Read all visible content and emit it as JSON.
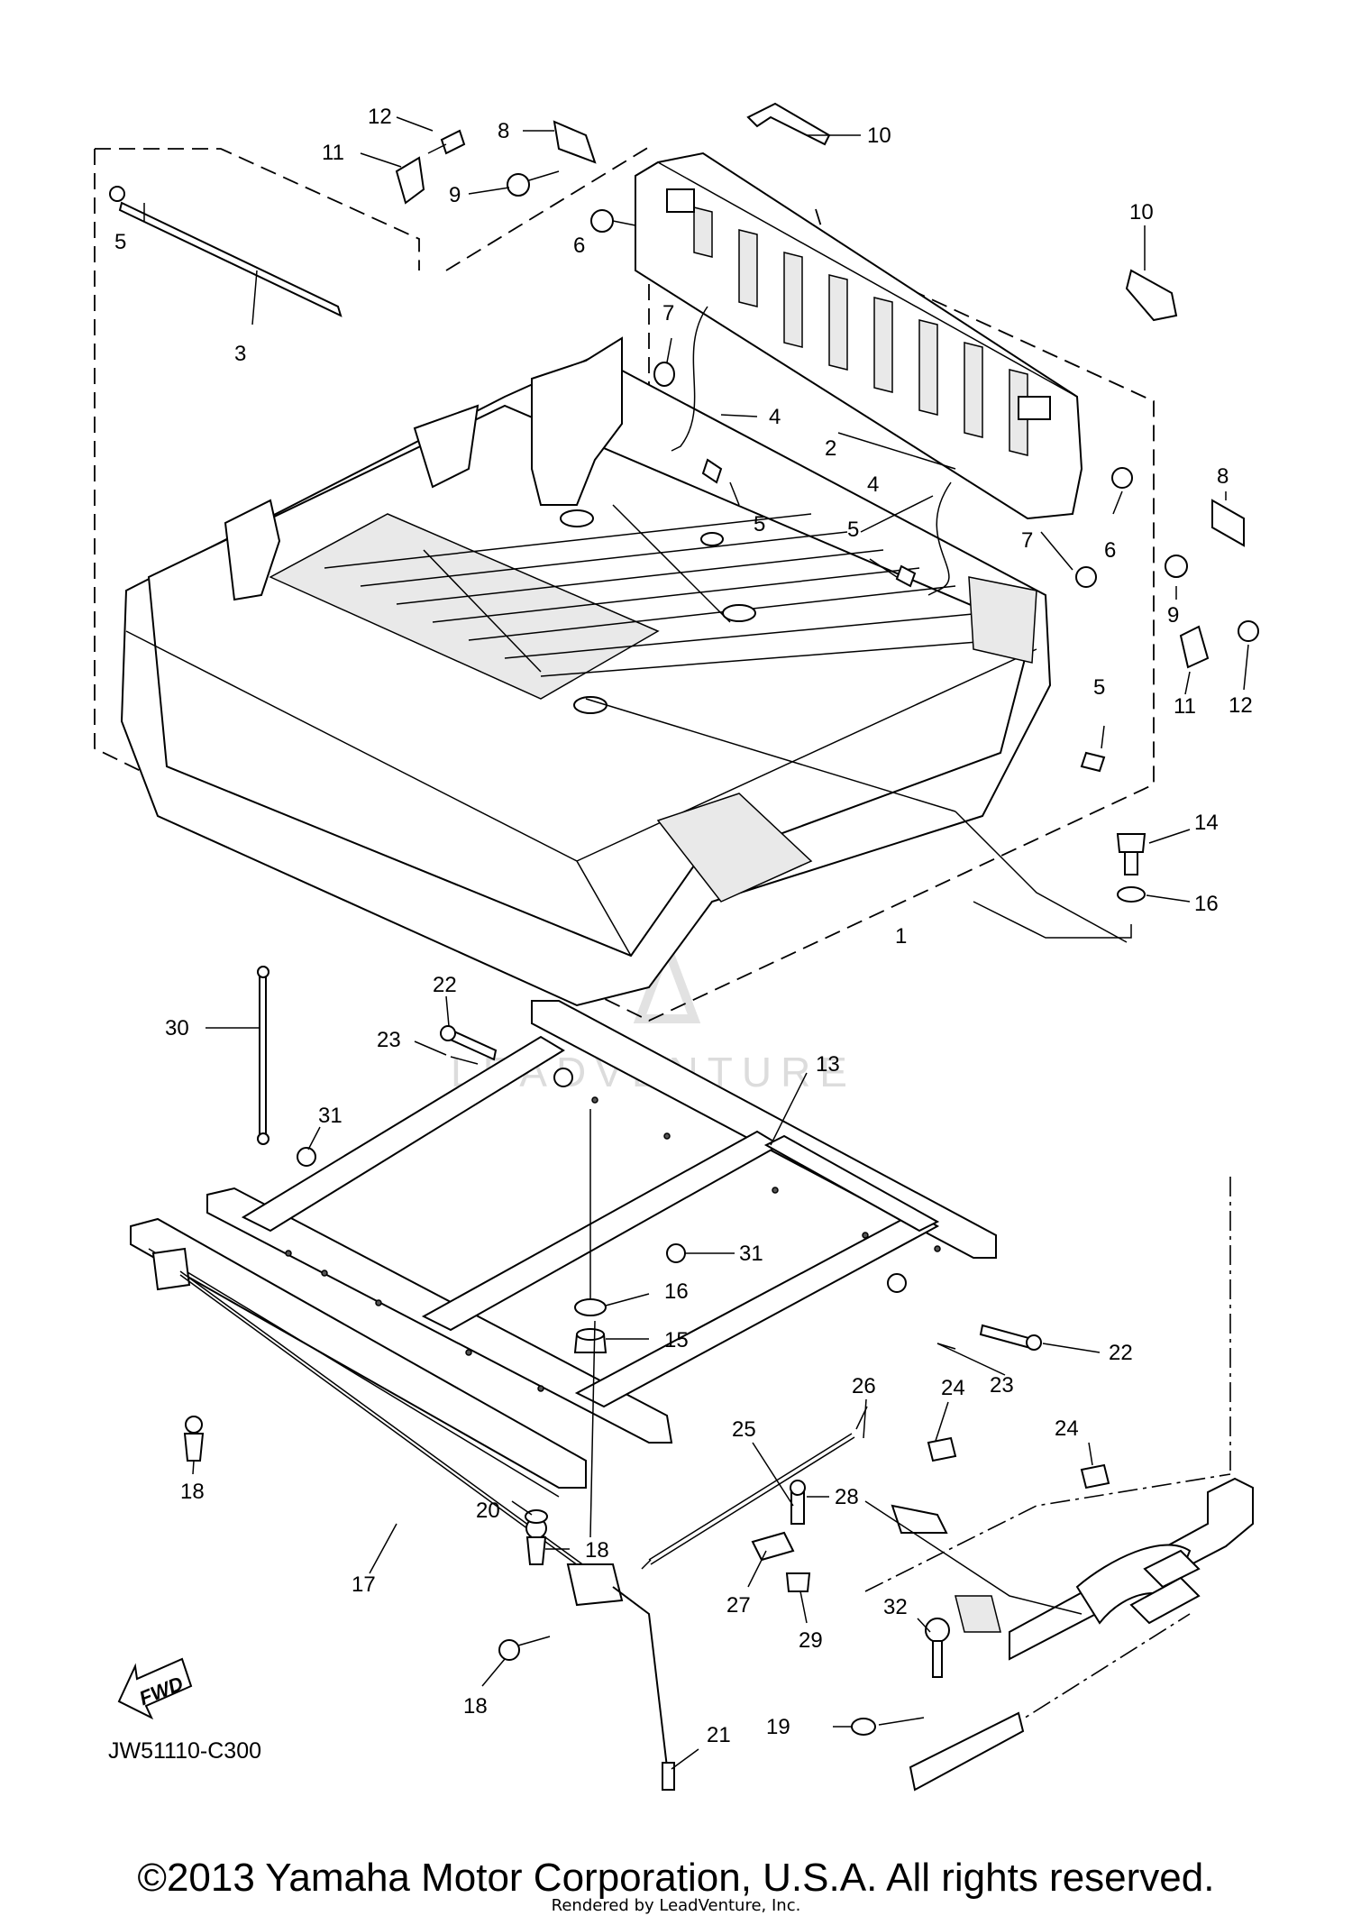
{
  "diagram": {
    "callouts": [
      {
        "id": "c1",
        "label": "1"
      },
      {
        "id": "c2",
        "label": "2"
      },
      {
        "id": "c3",
        "label": "3"
      },
      {
        "id": "c4a",
        "label": "4"
      },
      {
        "id": "c4b",
        "label": "4"
      },
      {
        "id": "c5a",
        "label": "5"
      },
      {
        "id": "c5b",
        "label": "5"
      },
      {
        "id": "c5c",
        "label": "5"
      },
      {
        "id": "c5d",
        "label": "5"
      },
      {
        "id": "c6a",
        "label": "6"
      },
      {
        "id": "c6b",
        "label": "6"
      },
      {
        "id": "c7a",
        "label": "7"
      },
      {
        "id": "c7b",
        "label": "7"
      },
      {
        "id": "c8a",
        "label": "8"
      },
      {
        "id": "c8b",
        "label": "8"
      },
      {
        "id": "c9a",
        "label": "9"
      },
      {
        "id": "c9b",
        "label": "9"
      },
      {
        "id": "c10a",
        "label": "10"
      },
      {
        "id": "c10b",
        "label": "10"
      },
      {
        "id": "c11a",
        "label": "11"
      },
      {
        "id": "c11b",
        "label": "11"
      },
      {
        "id": "c12a",
        "label": "12"
      },
      {
        "id": "c12b",
        "label": "12"
      },
      {
        "id": "c13",
        "label": "13"
      },
      {
        "id": "c14",
        "label": "14"
      },
      {
        "id": "c15",
        "label": "15"
      },
      {
        "id": "c16a",
        "label": "16"
      },
      {
        "id": "c16b",
        "label": "16"
      },
      {
        "id": "c17",
        "label": "17"
      },
      {
        "id": "c18a",
        "label": "18"
      },
      {
        "id": "c18b",
        "label": "18"
      },
      {
        "id": "c18c",
        "label": "18"
      },
      {
        "id": "c19",
        "label": "19"
      },
      {
        "id": "c20",
        "label": "20"
      },
      {
        "id": "c21",
        "label": "21"
      },
      {
        "id": "c22a",
        "label": "22"
      },
      {
        "id": "c22b",
        "label": "22"
      },
      {
        "id": "c23a",
        "label": "23"
      },
      {
        "id": "c23b",
        "label": "23"
      },
      {
        "id": "c24a",
        "label": "24"
      },
      {
        "id": "c24b",
        "label": "24"
      },
      {
        "id": "c25",
        "label": "25"
      },
      {
        "id": "c26",
        "label": "26"
      },
      {
        "id": "c27",
        "label": "27"
      },
      {
        "id": "c28",
        "label": "28"
      },
      {
        "id": "c29",
        "label": "29"
      },
      {
        "id": "c30",
        "label": "30"
      },
      {
        "id": "c31a",
        "label": "31"
      },
      {
        "id": "c31b",
        "label": "31"
      },
      {
        "id": "c32",
        "label": "32"
      }
    ],
    "diagram_code": "JW51110-C300",
    "fwd_label": "FWD",
    "watermark": "LEADVENTURE"
  },
  "footer": {
    "copyright": "©2013 Yamaha Motor Corporation, U.S.A. All rights reserved.",
    "rendered_by": "Rendered by LeadVenture, Inc."
  }
}
